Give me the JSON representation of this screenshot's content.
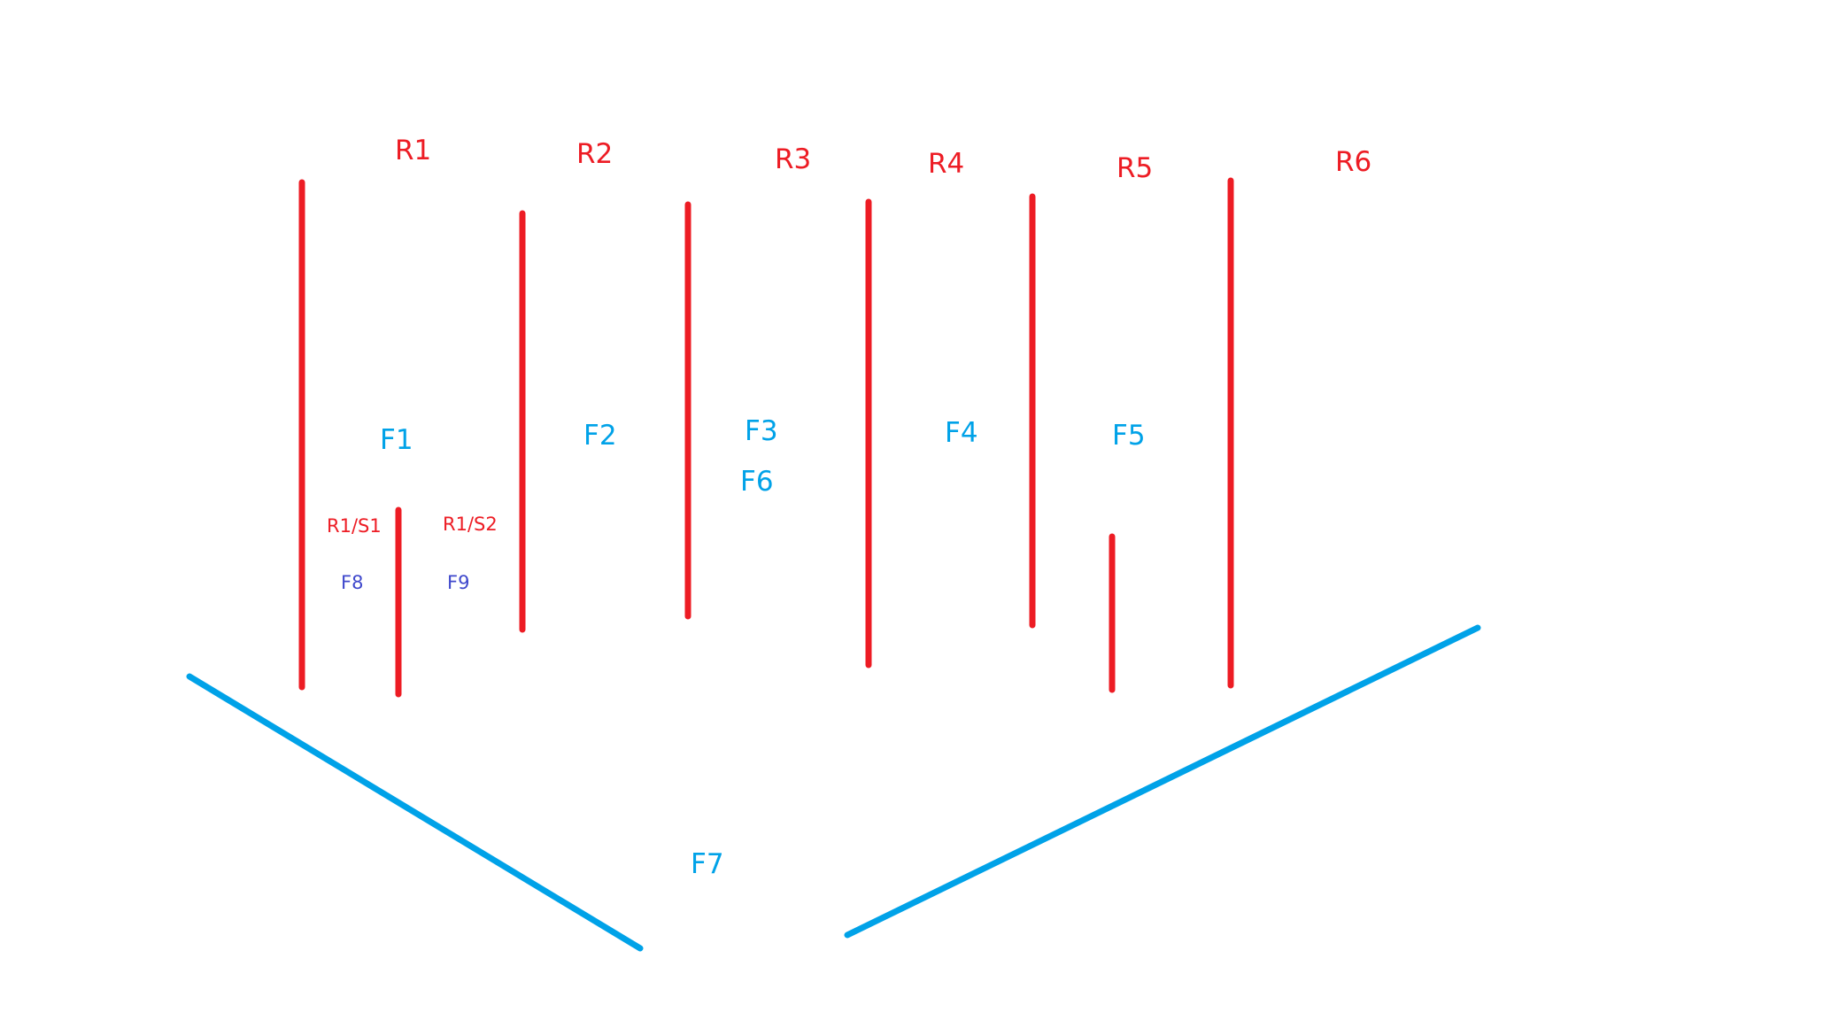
{
  "colors": {
    "background": "#ffffff",
    "red": "#ed1c24",
    "blue": "#00a2e8",
    "dark_blue": "#3f48cc"
  },
  "labels": {
    "r1": "R1",
    "r2": "R2",
    "r3": "R3",
    "r4": "R4",
    "r5": "R5",
    "r6": "R6",
    "r1_s1": "R1/S1",
    "r1_s2": "R1/S2",
    "f1": "F1",
    "f2": "F2",
    "f3": "F3",
    "f4": "F4",
    "f5": "F5",
    "f6": "F6",
    "f7": "F7",
    "f8": "F8",
    "f9": "F9"
  }
}
